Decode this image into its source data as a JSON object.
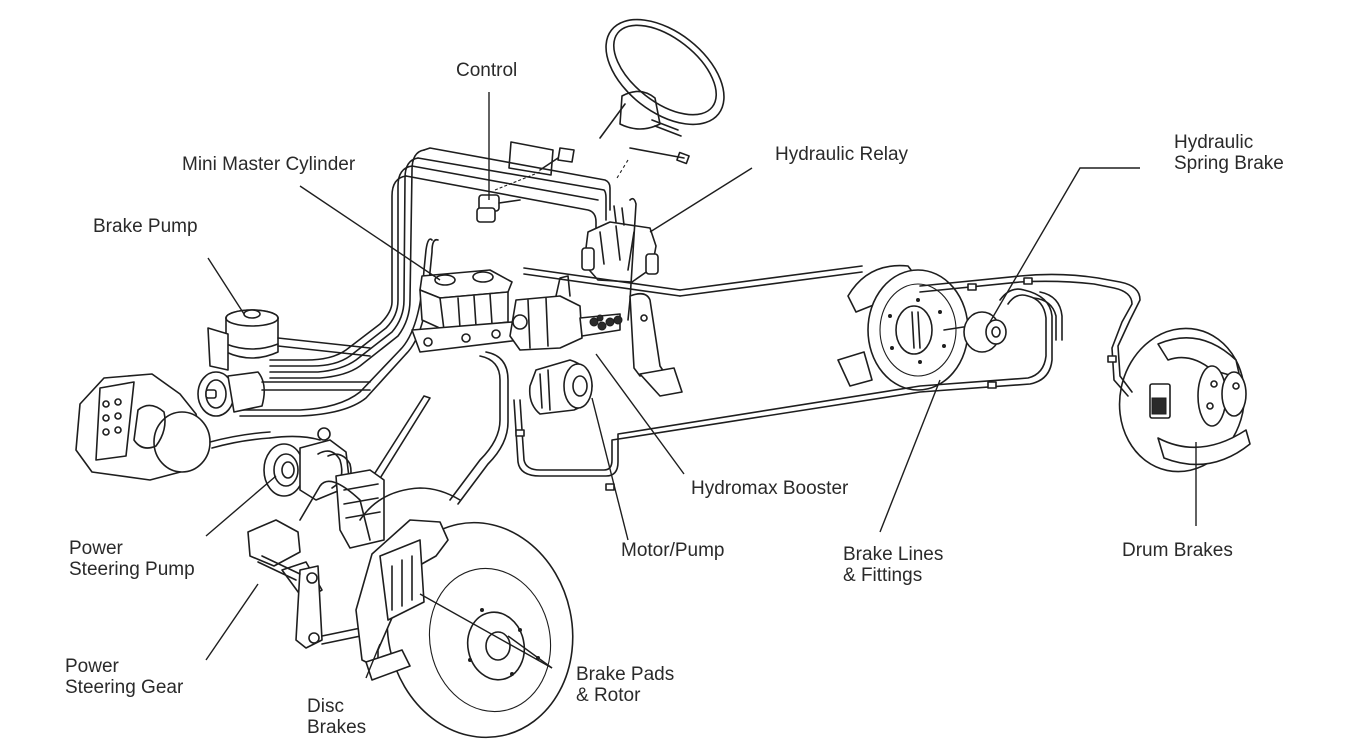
{
  "diagram": {
    "title": "Hydraulic brake system components",
    "labels": {
      "control": "Control",
      "mini_master_cylinder": "Mini Master Cylinder",
      "hydraulic_relay": "Hydraulic Relay",
      "hydraulic_spring_brake": "Hydraulic\nSpring Brake",
      "brake_pump": "Brake Pump",
      "hydromax_booster": "Hydromax Booster",
      "motor_pump": "Motor/Pump",
      "brake_lines_fittings": "Brake Lines\n& Fittings",
      "drum_brakes": "Drum Brakes",
      "power_steering_pump": "Power\nSteering Pump",
      "power_steering_gear": "Power\nSteering Gear",
      "disc_brakes": "Disc\nBrakes",
      "brake_pads_rotor": "Brake Pads\n& Rotor"
    },
    "colors": {
      "ink": "#1e1e1e",
      "text": "#2a2a2a",
      "background": "#ffffff"
    }
  }
}
